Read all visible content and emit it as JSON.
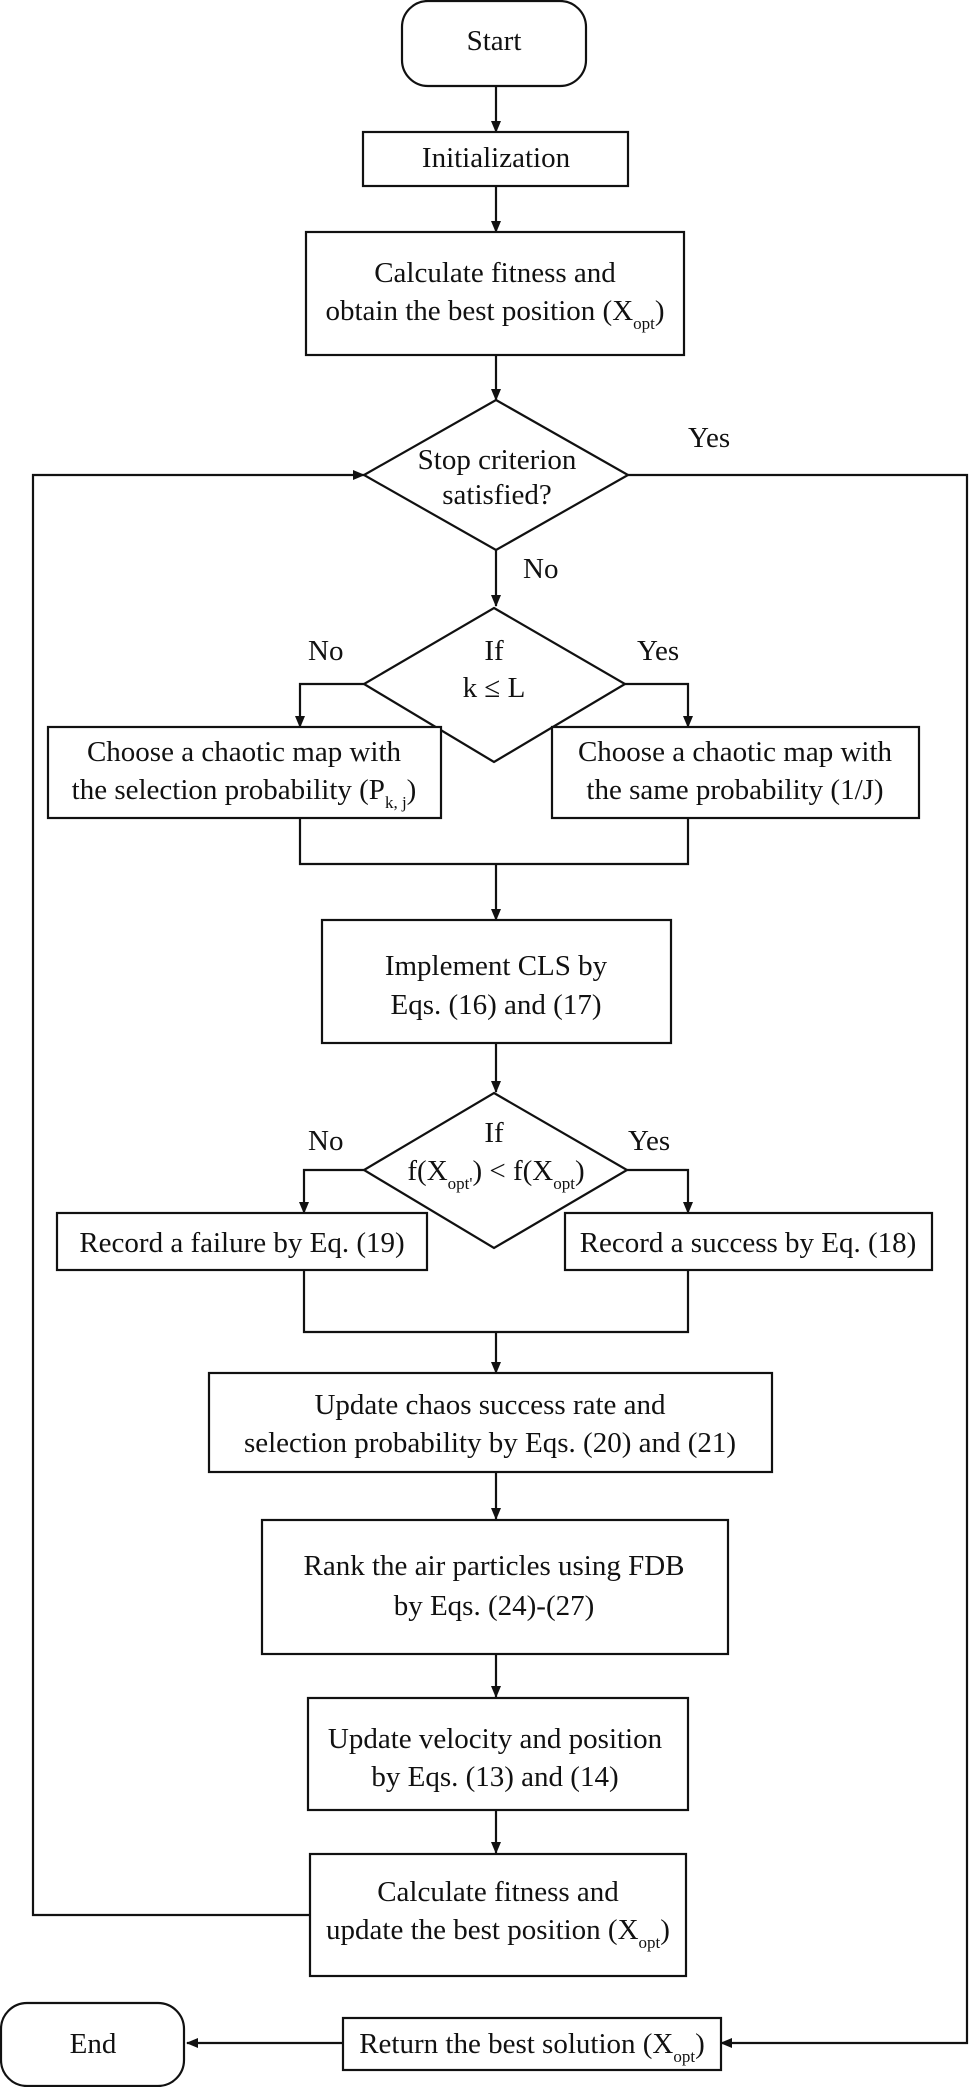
{
  "flowchart": {
    "start": "Start",
    "initialization": "Initialization",
    "calc_fitness": {
      "line1": "Calculate fitness and",
      "line2_main": "obtain the best position (X",
      "line2_sub": "opt",
      "line2_end": ")"
    },
    "stop_decision": {
      "line1": "Stop criterion",
      "line2": "satisfied?",
      "yes_label": "Yes",
      "no_label": "No"
    },
    "k_decision": {
      "line1": "If",
      "line2": "k ≤ L",
      "no_label": "No",
      "yes_label": "Yes"
    },
    "chaotic_selection": {
      "line1": "Choose a chaotic map with",
      "line2_main": "the selection probability (P",
      "line2_sub": "k, j",
      "line2_end": ")"
    },
    "chaotic_same": {
      "line1": "Choose a chaotic map with",
      "line2": "the same probability (1/J)"
    },
    "implement_cls": {
      "line1": "Implement CLS by",
      "line2": "Eqs. (16) and (17)"
    },
    "f_decision": {
      "line1": "If",
      "p1": "f(X",
      "s1": "opt'",
      "p2": ") < f(X",
      "s2": "opt",
      "p3": ")",
      "no_label": "No",
      "yes_label": "Yes"
    },
    "record_failure": "Record a failure by Eq. (19)",
    "record_success": "Record a success by Eq. (18)",
    "update_chaos": {
      "line1": "Update chaos success rate and",
      "line2": "selection probability by Eqs. (20) and (21)"
    },
    "rank_particles": {
      "line1": "Rank the air particles using FDB",
      "line2": "by Eqs. (24)-(27)"
    },
    "update_velocity": {
      "line1": "Update velocity and position",
      "line2": "by Eqs. (13) and (14)"
    },
    "calc_update": {
      "line1": "Calculate fitness and",
      "line2_main": "update the best position (X",
      "line2_sub": "opt",
      "line2_end": ")"
    },
    "return_best": {
      "main": "Return the best solution (X",
      "sub": "opt",
      "end": ")"
    },
    "end": "End"
  }
}
